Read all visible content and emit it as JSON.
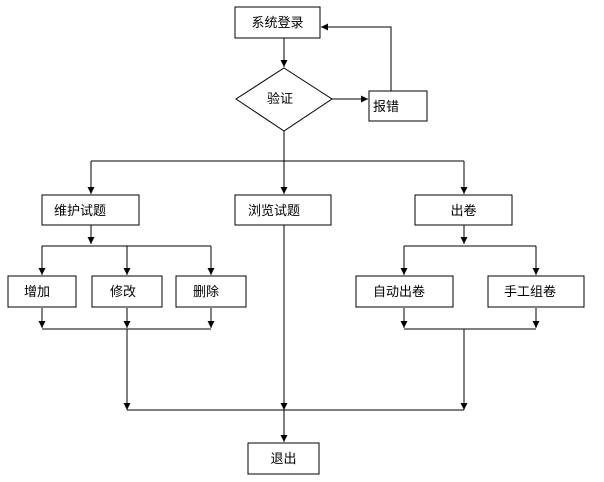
{
  "nodes": {
    "login": "系统登录",
    "verify": "验证",
    "error": "报错",
    "maintain": "维护试题",
    "browse": "浏览试题",
    "exam": "出卷",
    "add": "增加",
    "edit": "修改",
    "delete": "删除",
    "auto_exam": "自动出卷",
    "manual_exam": "手工组卷",
    "exit": "退出"
  }
}
